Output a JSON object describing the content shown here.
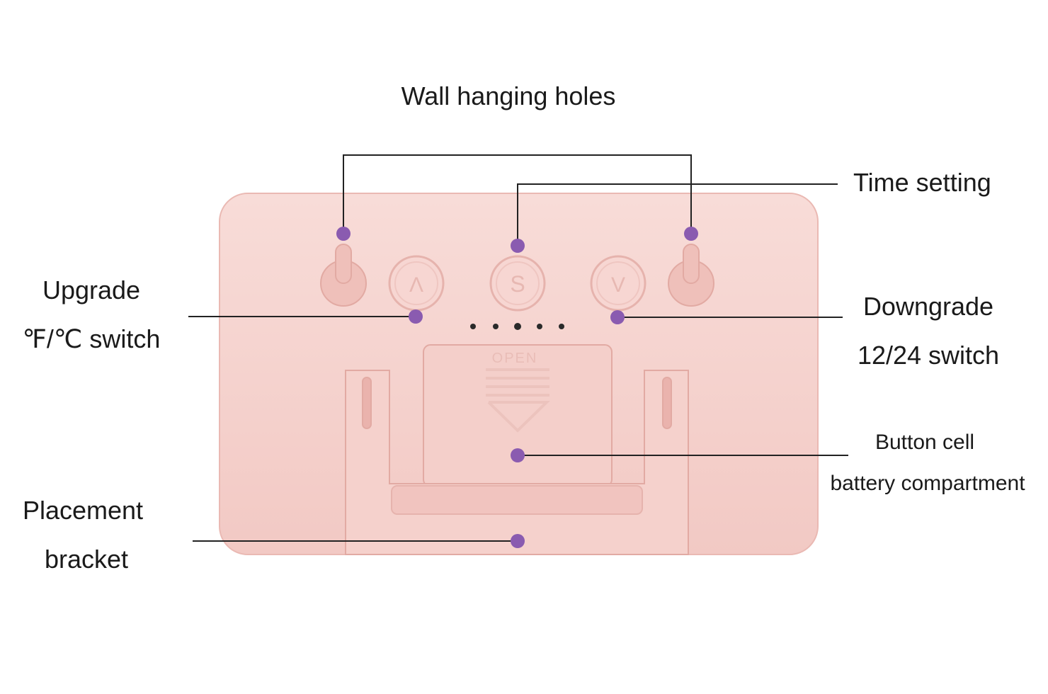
{
  "labels": {
    "wall_holes": "Wall hanging holes",
    "time_setting": "Time setting",
    "upgrade": "Upgrade",
    "temp_switch": "℉/℃ switch",
    "downgrade": "Downgrade",
    "hour_switch": "12/24 switch",
    "battery_1": "Button cell",
    "battery_2": "battery compartment",
    "placement": "Placement",
    "bracket": "bracket"
  },
  "device": {
    "button_up": "Λ",
    "button_set": "S",
    "button_down": "V",
    "cover_text": "OPEN"
  },
  "colors": {
    "body": "#f6d3cf",
    "body_edge": "#eab9b3",
    "marker": "#8a5bb0",
    "leader": "#222222"
  }
}
